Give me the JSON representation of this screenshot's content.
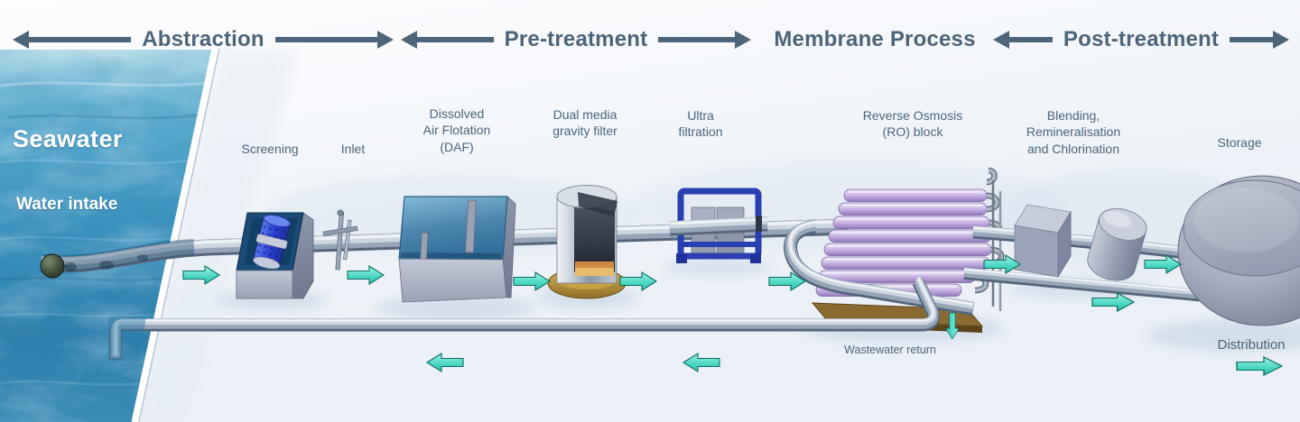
{
  "title": "Seawater desalination process diagram",
  "header": {
    "stages": [
      {
        "id": "abstraction",
        "label": "Abstraction",
        "arrow_left": true,
        "arrow_right": true
      },
      {
        "id": "pre-treatment",
        "label": "Pre-treatment",
        "arrow_left": true,
        "arrow_right": true
      },
      {
        "id": "membrane",
        "label": "Membrane Process",
        "arrow_left": false,
        "arrow_right": false
      },
      {
        "id": "post-treatment",
        "label": "Post-treatment",
        "arrow_left": true,
        "arrow_right": true
      }
    ]
  },
  "sea": {
    "title": "Seawater",
    "intake": "Water intake"
  },
  "labels": {
    "screening": "Screening",
    "inlet": "Inlet",
    "daf": "Dissolved\nAir Flotation\n(DAF)",
    "dual_media": "Dual media\ngravity filter",
    "ultra_filtration": "Ultra\nfiltration",
    "reverse_osmosis": "Reverse Osmosis\n(RO) block",
    "blending": "Blending,\nRemineralisation\nand Chlorination",
    "storage": "Storage",
    "wastewater_return": "Wastewater return",
    "distribution": "Distribution"
  },
  "icons": {
    "flow_arrow": "teal-right-arrow",
    "return_flow_arrow": "teal-left-arrow",
    "wastewater_arrow": "teal-down-arrow",
    "stage_arrow": "slate-double-arrow"
  },
  "colors": {
    "heading_text": "#4d6579",
    "label_text": "#4a657c",
    "flow_arrow": "#49d6c2",
    "pipe": "#97a5b8",
    "sea_water": "#3c93bf",
    "ro_membranes": "#cdb9e6",
    "uf_frame": "#2840b0",
    "filter_base_gold": "#c59a42",
    "ro_base_brown": "#8a6a30"
  }
}
